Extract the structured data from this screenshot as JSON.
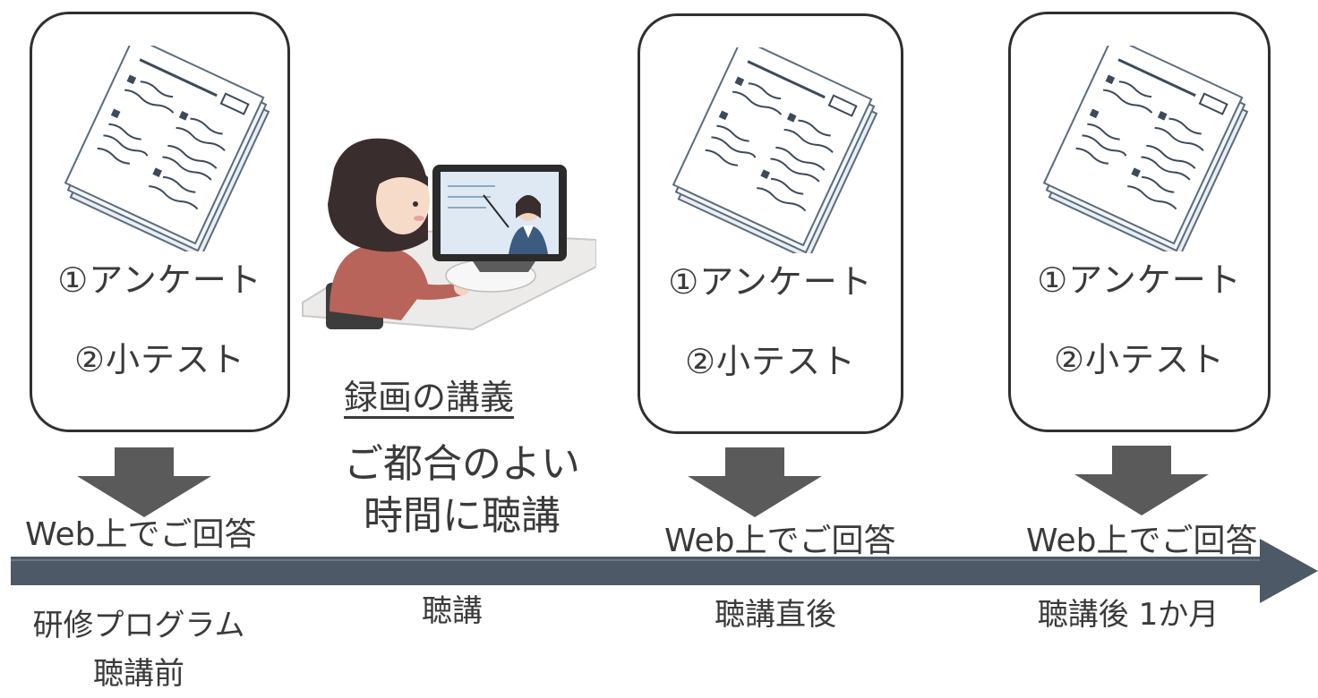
{
  "cards": [
    {
      "line1": "①アンケート",
      "line2": "②小テスト",
      "answer": "Web上でご回答"
    },
    {
      "line1": "①アンケート",
      "line2": "②小テスト",
      "answer": "Web上でご回答"
    },
    {
      "line1": "①アンケート",
      "line2": "②小テスト",
      "answer": "Web上でご回答"
    }
  ],
  "lecture": {
    "title": "録画の講義",
    "note": "ご都合のよい\n時間に聴講"
  },
  "stages": [
    "研修プログラム\n聴講前",
    "聴講",
    "聴講直後",
    "聴講後 1か月"
  ],
  "colors": {
    "timeline": "#4d5966",
    "arrow": "#5a5a5a",
    "card_border": "#2f2f2f",
    "text": "#3a3a3a"
  },
  "icons": [
    "document-icon",
    "down-arrow-icon",
    "online-lecture-illustration",
    "timeline-arrow"
  ]
}
